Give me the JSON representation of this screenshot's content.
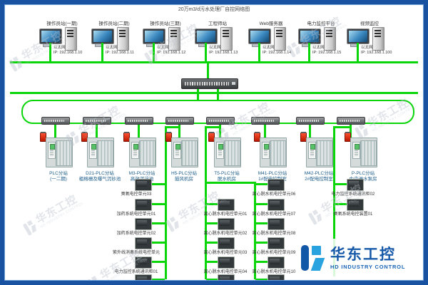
{
  "title": "20万m3/d污水处理厂自控网络图",
  "colors": {
    "line_green": "#09d509",
    "frame_blue": "#1a52a2",
    "logo_blue": "#1658a8",
    "logo_cyan": "#29a3e0",
    "beacon_red": "#cc2200"
  },
  "workstations": [
    {
      "label": "操作员站(一期)",
      "eth": "以太网",
      "ip": "IP: 192.168.1.10"
    },
    {
      "label": "操作员站(二期)",
      "eth": "以太网",
      "ip": "IP: 192.168.1.11"
    },
    {
      "label": "操作员站(三期)",
      "eth": "以太网",
      "ip": "IP: 192.168.1.12"
    },
    {
      "label": "工程师站",
      "eth": "以太网",
      "ip": "IP: 192.168.1.13"
    },
    {
      "label": "Web服务器",
      "eth": "以太网",
      "ip": "IP: 192.168.1.14"
    },
    {
      "label": "电力监控平台",
      "eth": "以太网",
      "ip": "IP: 192.168.1.15"
    },
    {
      "label": "视频监控",
      "eth": "以太网",
      "ip": "IP: 192.168.1.100"
    }
  ],
  "plcs": [
    {
      "name": "PLC分站",
      "location": "(一二期)"
    },
    {
      "name": "D21-PLC分站",
      "location": "粗格栅及曝气沉砂池"
    },
    {
      "name": "M3-PLC分站",
      "location": "高效沉淀池"
    },
    {
      "name": "H5-PLC分站",
      "location": "鼓风机房"
    },
    {
      "name": "T5-PLC分站",
      "location": "脱水机房"
    },
    {
      "name": "M41-PLC分站",
      "location": "1#配电控制室"
    },
    {
      "name": "M42-PLC分站",
      "location": "2#配电控制室"
    },
    {
      "name": "P-PLC分站",
      "location": "中央进水泵房"
    }
  ],
  "chains": {
    "a": {
      "labels": [
        "臭氧电控单元03",
        "加药系统电控单元01",
        "加药系统电控单元02",
        "紫外线消毒系统电控单元",
        "电力监控系统通讯柜01"
      ]
    },
    "b": {
      "labels": [
        "离心脱水机电控单元01",
        "离心脱水机电控单元02",
        "离心脱水机电控单元03",
        "离心脱水机电控单元04"
      ]
    },
    "c": {
      "labels": [
        "离心脱水机电控单元06",
        "离心脱水机电控单元07",
        "离心脱水机电控单元08",
        "离心脱水机电控单元09",
        "离心脱水机电控单元10"
      ]
    },
    "d": {
      "labels": [
        "电力监控系统通讯柜02",
        "臭氧系统电控装置01"
      ]
    }
  },
  "logo": {
    "cn": "华东工控",
    "en": "HD INDUSTRY CONTROL"
  },
  "watermark": {
    "cn": "华东工控",
    "en": "HD INDUSTRY CONTROL"
  }
}
